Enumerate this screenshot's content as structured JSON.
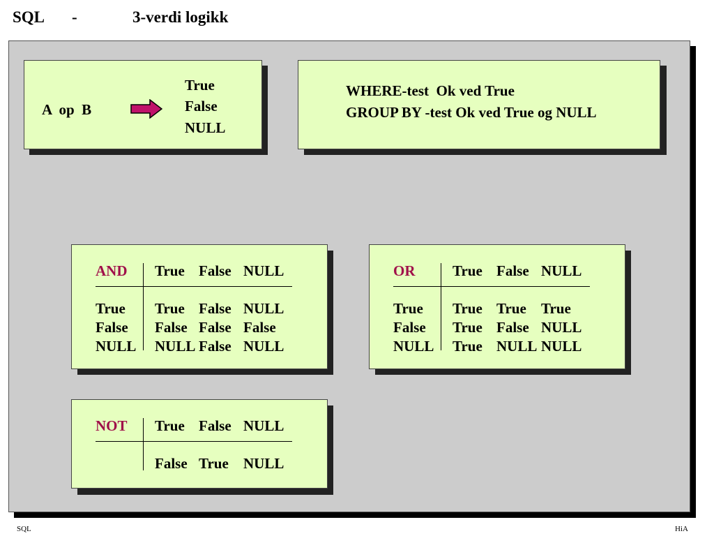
{
  "title": {
    "left": "SQL",
    "dash": "-",
    "right": "3-verdi logikk"
  },
  "op_box": {
    "expr": "A  op  B",
    "results": [
      "True",
      "False",
      "NULL"
    ]
  },
  "where_box": {
    "line1": "WHERE-test  Ok ved True",
    "line2": "GROUP BY -test Ok ved True og NULL"
  },
  "and_table": {
    "op": "AND",
    "cols": [
      "True",
      "False",
      "NULL"
    ],
    "rows": [
      {
        "label": "True",
        "cells": [
          "True",
          "False",
          "NULL"
        ]
      },
      {
        "label": "False",
        "cells": [
          "False",
          "False",
          "False"
        ]
      },
      {
        "label": "NULL",
        "cells": [
          "NULL",
          "False",
          "NULL"
        ]
      }
    ]
  },
  "or_table": {
    "op": "OR",
    "cols": [
      "True",
      "False",
      "NULL"
    ],
    "rows": [
      {
        "label": "True",
        "cells": [
          "True",
          "True",
          "True"
        ]
      },
      {
        "label": "False",
        "cells": [
          "True",
          "False",
          "NULL"
        ]
      },
      {
        "label": "NULL",
        "cells": [
          "True",
          "NULL",
          "NULL"
        ]
      }
    ]
  },
  "not_table": {
    "op": "NOT",
    "cols": [
      "True",
      "False",
      "NULL"
    ],
    "result": [
      "False",
      "True",
      "NULL"
    ]
  },
  "footer": {
    "left": "SQL",
    "right": "HiA"
  },
  "colors": {
    "panel": "#cccccc",
    "box": "#e6ffbf",
    "header": "#a0104a",
    "arrow": "#c0126a"
  },
  "icons": {
    "arrow": "right-arrow-icon"
  }
}
